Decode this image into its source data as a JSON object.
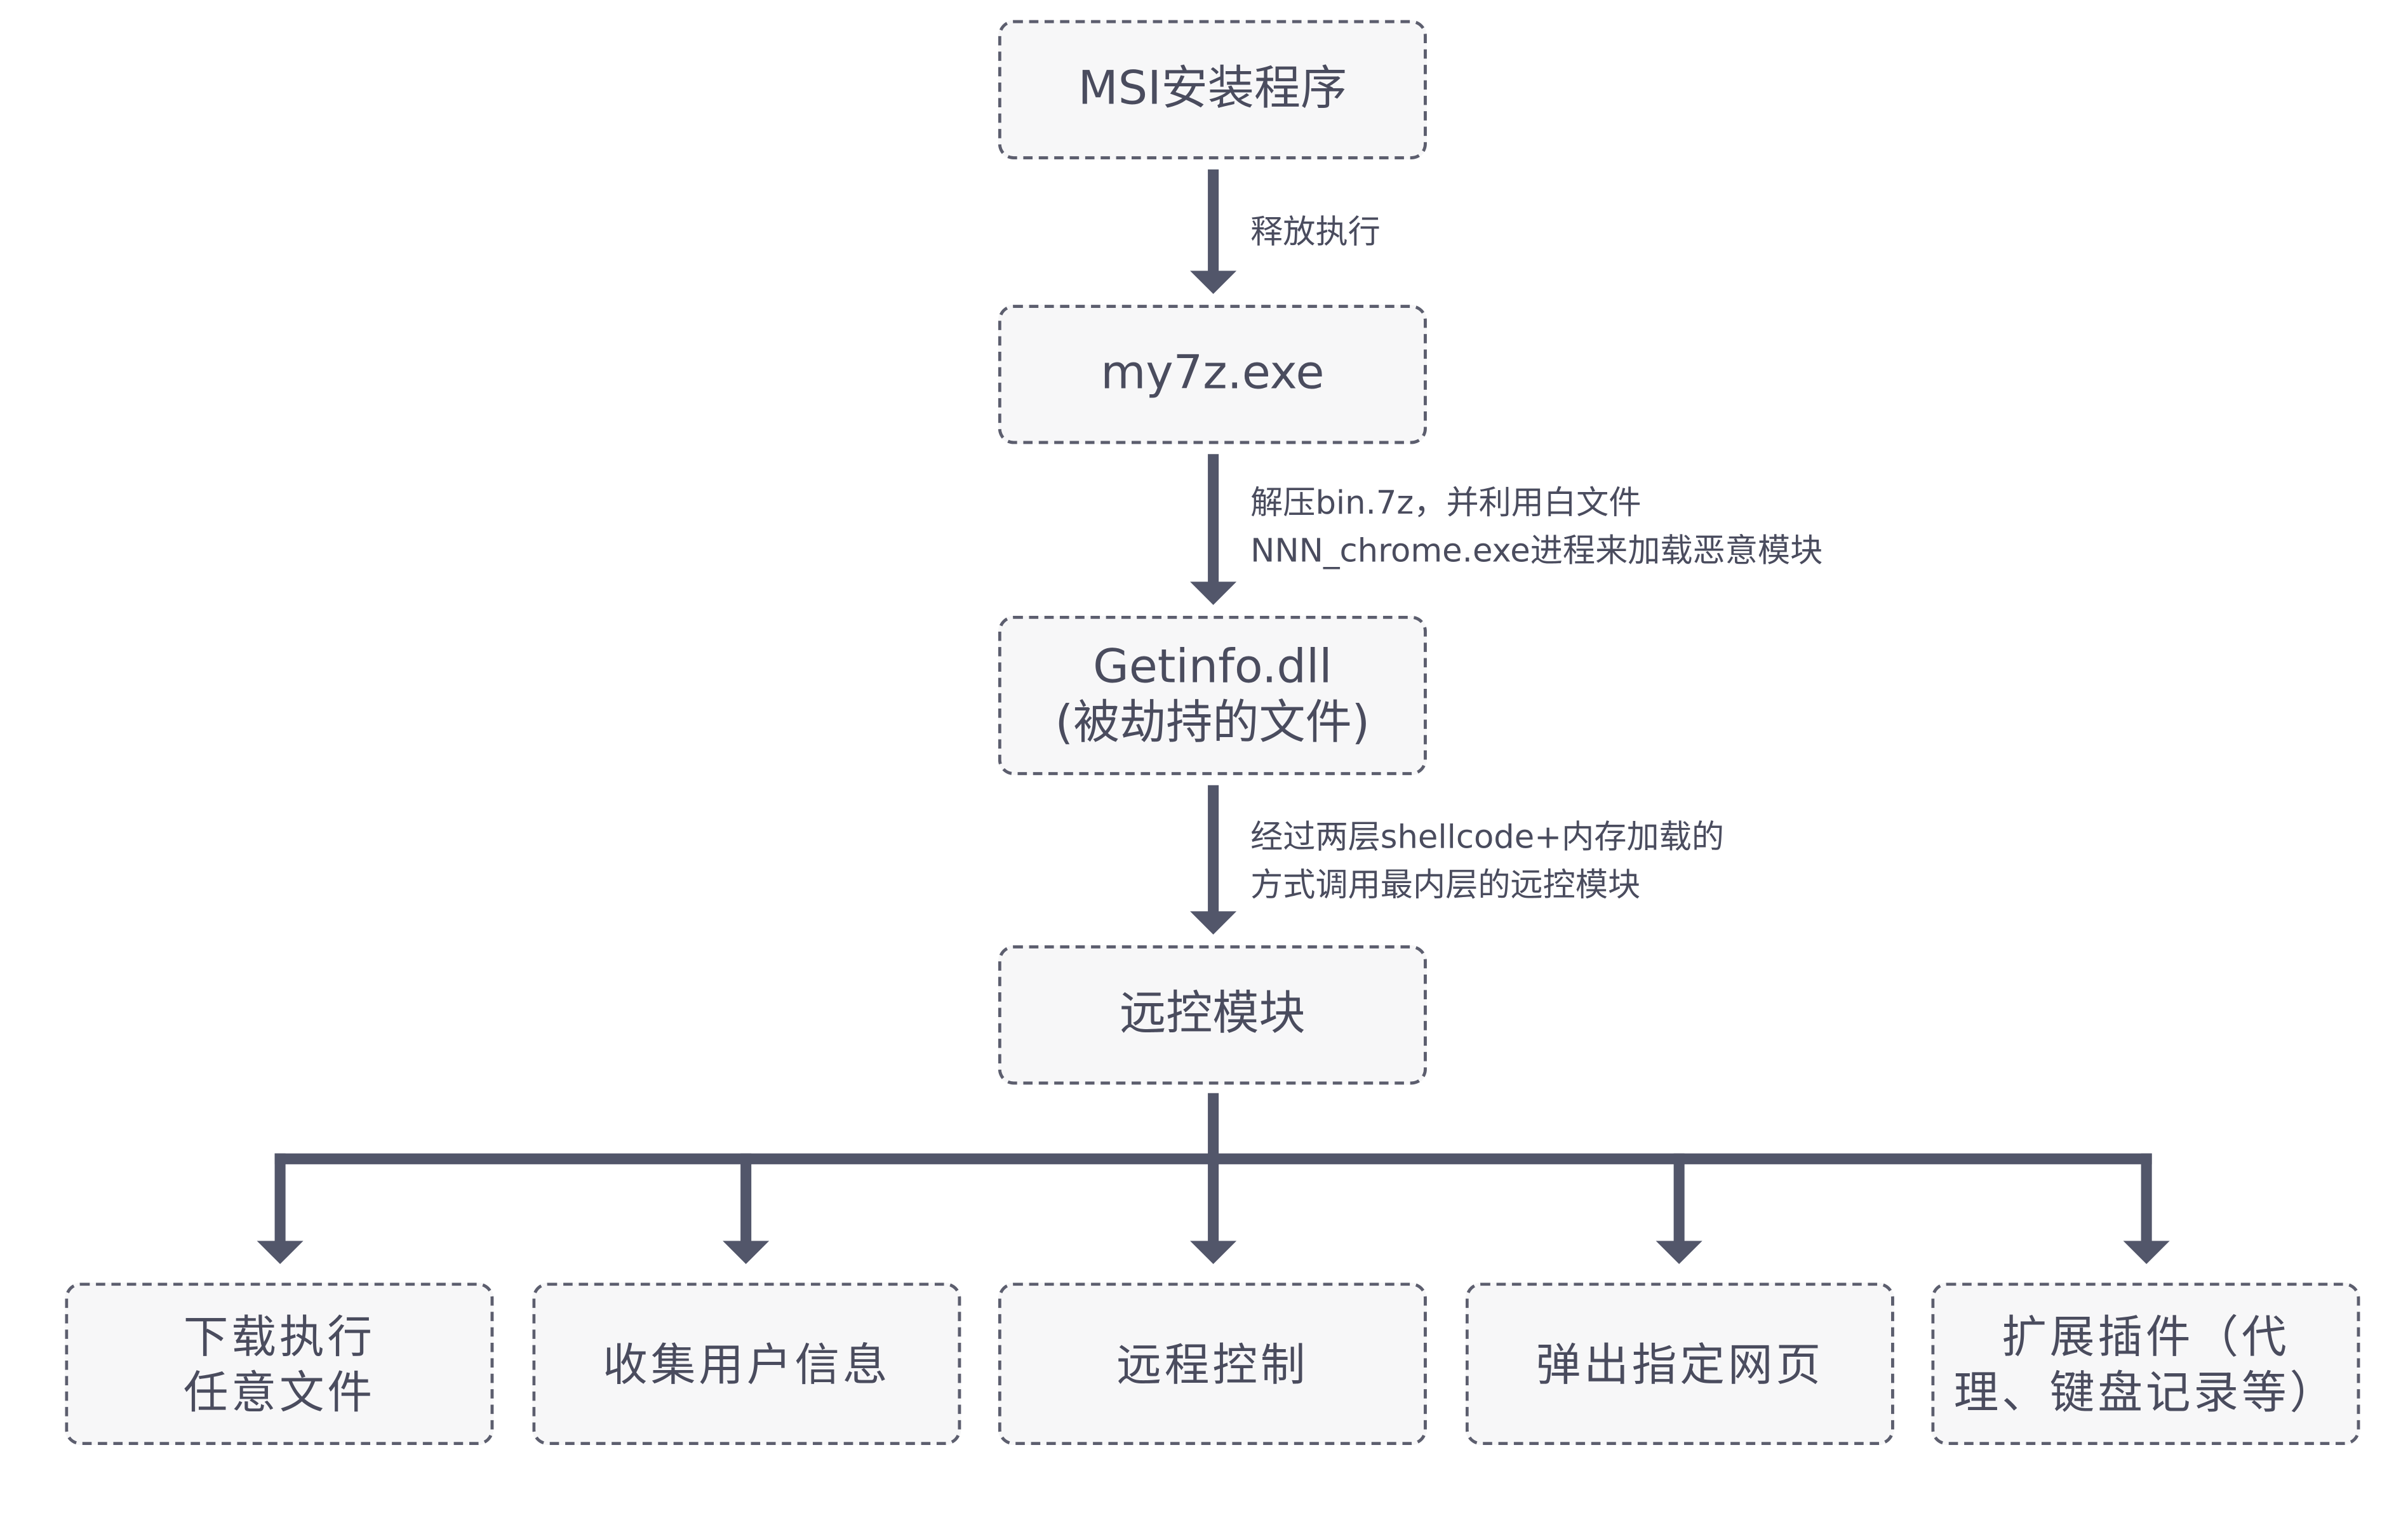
{
  "colors": {
    "connector": "#52566a",
    "node_border": "#5c5e6e",
    "node_fill": "#f7f7f8",
    "text": "#4a4c5e"
  },
  "nodes": {
    "msi": "MSI安装程序",
    "my7z": "my7z.exe",
    "getinfo_line1": "Getinfo.dll",
    "getinfo_line2": "(被劫持的文件)",
    "rat": "远控模块"
  },
  "edges": {
    "msi_to_my7z": "释放执行",
    "my7z_to_getinfo_line1": "解压bin.7z，并利用白文件",
    "my7z_to_getinfo_line2": "NNN_chrome.exe进程来加载恶意模块",
    "getinfo_to_rat_line1": "经过两层shellcode+内存加载的",
    "getinfo_to_rat_line2": "方式调用最内层的远控模块"
  },
  "capabilities": [
    "下载执行\n任意文件",
    "收集用户信息",
    "远程控制",
    "弹出指定网页",
    "扩展插件（代\n理、键盘记录等）"
  ]
}
